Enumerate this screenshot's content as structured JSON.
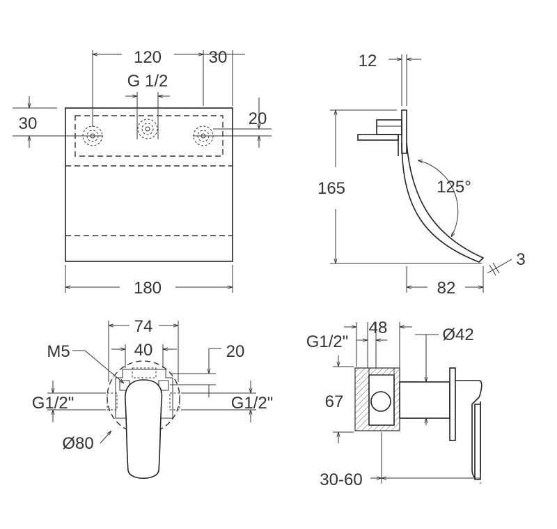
{
  "front_view": {
    "width": "180",
    "outlet_spacing": "120",
    "side_offset": "30",
    "thread": "G 1/2",
    "top_offset": "30",
    "outlet_height": "20"
  },
  "side_view": {
    "plate_thickness": "12",
    "height": "165",
    "angle": "125°",
    "projection": "82",
    "lip_thickness": "3"
  },
  "valve_front": {
    "width_outer": "74",
    "width_inner": "40",
    "screw": "M5",
    "offset": "20",
    "thread_left": "G1/2\"",
    "thread_right": "G1/2\"",
    "diameter": "Ø80"
  },
  "valve_side": {
    "thread": "G1/2\"",
    "body_width": "48",
    "diameter": "Ø42",
    "height": "67",
    "depth": "30-60"
  }
}
